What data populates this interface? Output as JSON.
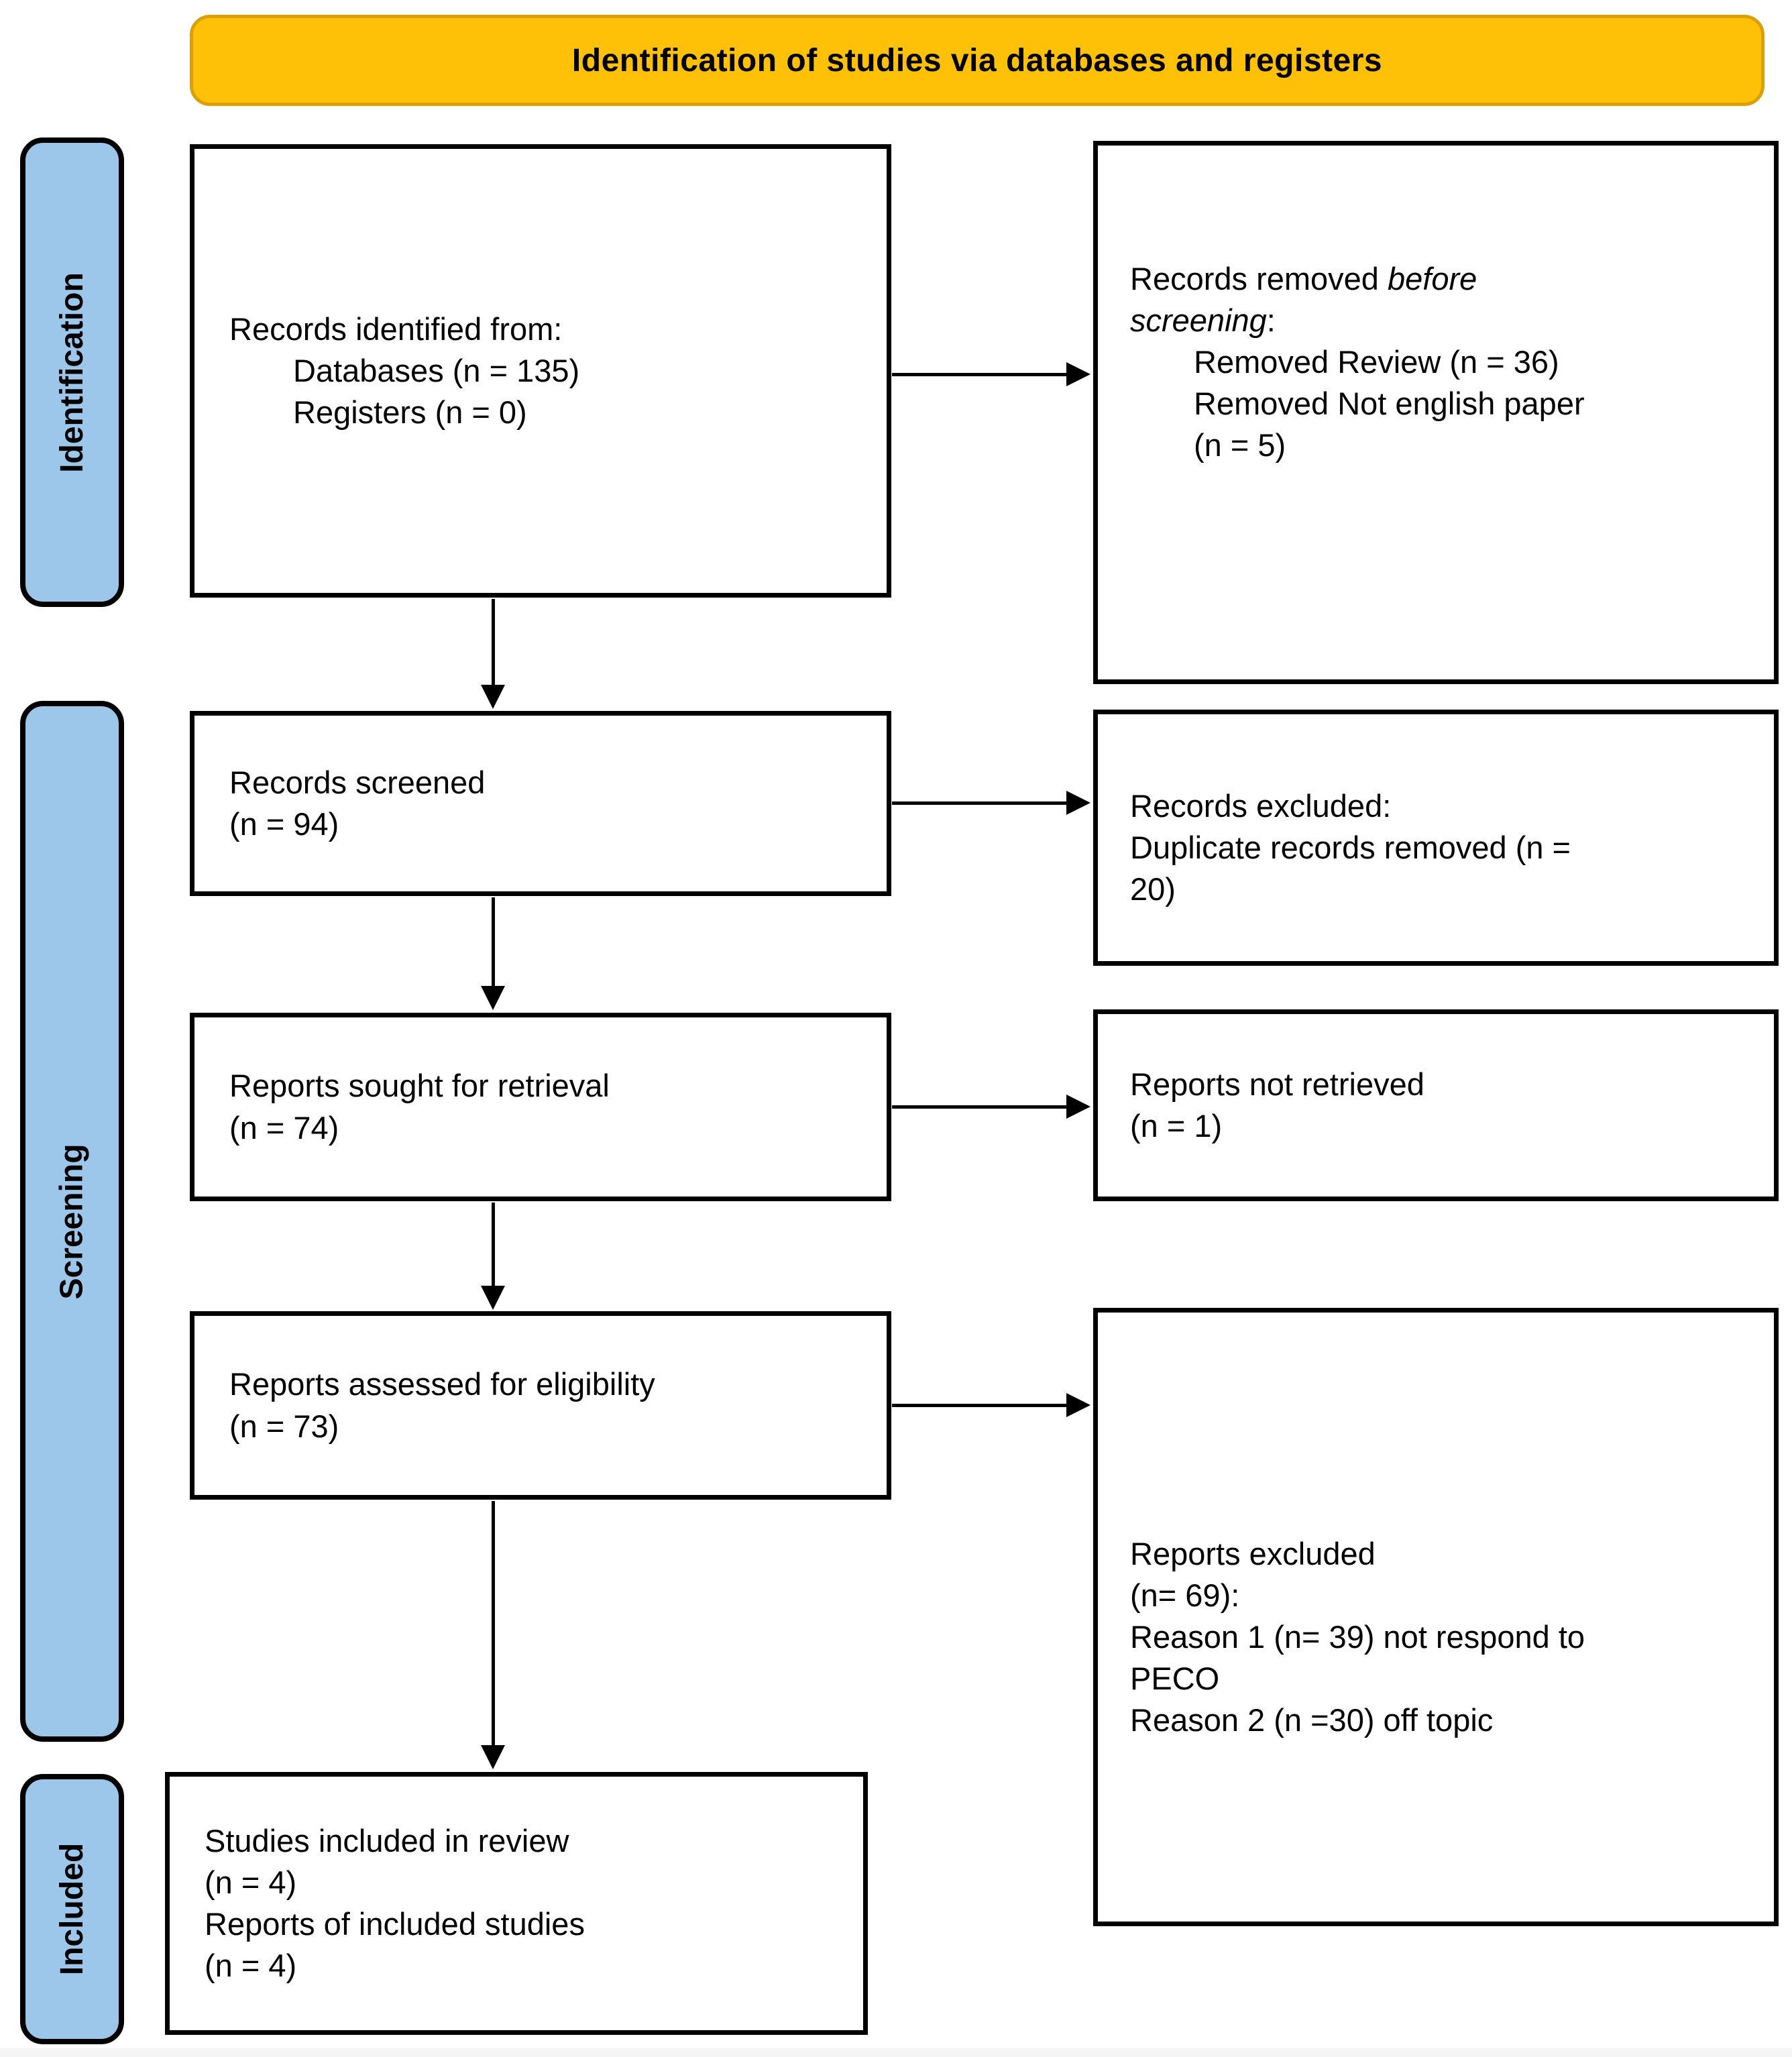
{
  "header": {
    "title": "Identification of studies via databases and registers"
  },
  "sidebar": {
    "stages": [
      {
        "label": "Identification"
      },
      {
        "label": "Screening"
      },
      {
        "label": "Included"
      }
    ]
  },
  "main_boxes": [
    {
      "name": "records-identified",
      "lines": [
        "Records identified from:",
        "Databases (n = 135)",
        "Registers (n = 0)"
      ]
    },
    {
      "name": "records-screened",
      "lines": [
        "Records screened",
        "(n = 94)"
      ]
    },
    {
      "name": "reports-sought",
      "lines": [
        "Reports sought for retrieval",
        "(n = 74)"
      ]
    },
    {
      "name": "reports-assessed",
      "lines": [
        "Reports assessed for eligibility",
        "(n = 73)"
      ]
    },
    {
      "name": "studies-included",
      "lines": [
        "Studies included in review",
        "(n = 4)",
        "Reports of included studies",
        "(n = 4)"
      ]
    }
  ],
  "side_boxes": [
    {
      "name": "records-removed",
      "title_line1_prefix": "Records removed ",
      "title_line1_italic": "before",
      "title_line2_italic": "screening",
      "title_line2_suffix": ":",
      "lines": [
        "Removed Review (n = 36)",
        "Removed Not english paper",
        "(n = 5)"
      ]
    },
    {
      "name": "records-excluded",
      "lines": [
        "Records excluded:",
        "Duplicate records removed (n =",
        "20)"
      ]
    },
    {
      "name": "reports-not-retrieved",
      "lines": [
        "Reports not retrieved",
        "(n = 1)"
      ]
    },
    {
      "name": "reports-excluded",
      "lines": [
        "Reports excluded",
        "(n= 69):",
        "Reason 1 (n= 39) not respond to",
        "PECO",
        "Reason 2 (n =30) off topic"
      ]
    }
  ],
  "colors": {
    "banner_fill": "#FFC008",
    "banner_border": "#DCA007",
    "stage_fill": "#9CC7EA",
    "box_border": "#000000",
    "arrow": "#000000"
  }
}
